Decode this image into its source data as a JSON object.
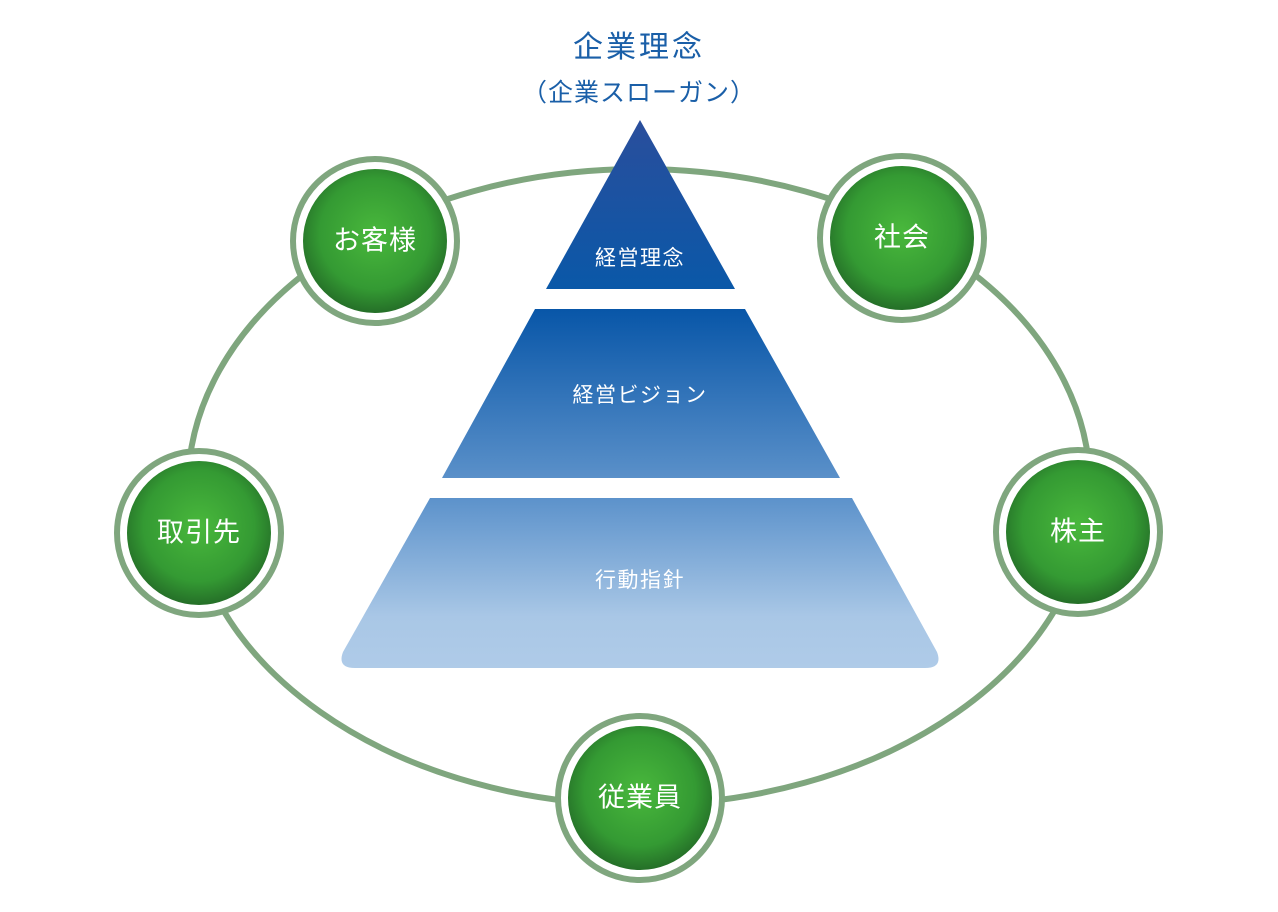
{
  "title": {
    "main": "企業理念",
    "sub": "（企業スローガン）"
  },
  "pyramid": {
    "tiers": [
      {
        "label": "経営理念"
      },
      {
        "label": "経営ビジョン"
      },
      {
        "label": "行動指針"
      }
    ]
  },
  "stakeholders": {
    "customers": "お客様",
    "society": "社会",
    "partners": "取引先",
    "shareholders": "株主",
    "employees": "従業員"
  },
  "colors": {
    "title": "#1a5fa8",
    "ring": "#7fa67e",
    "circle_center": "#46b23a",
    "circle_edge": "#267a2a",
    "tier_top": "#1f4c9a",
    "tier_mid": "#0b5cab",
    "tier_light": "#a9c8e6"
  }
}
